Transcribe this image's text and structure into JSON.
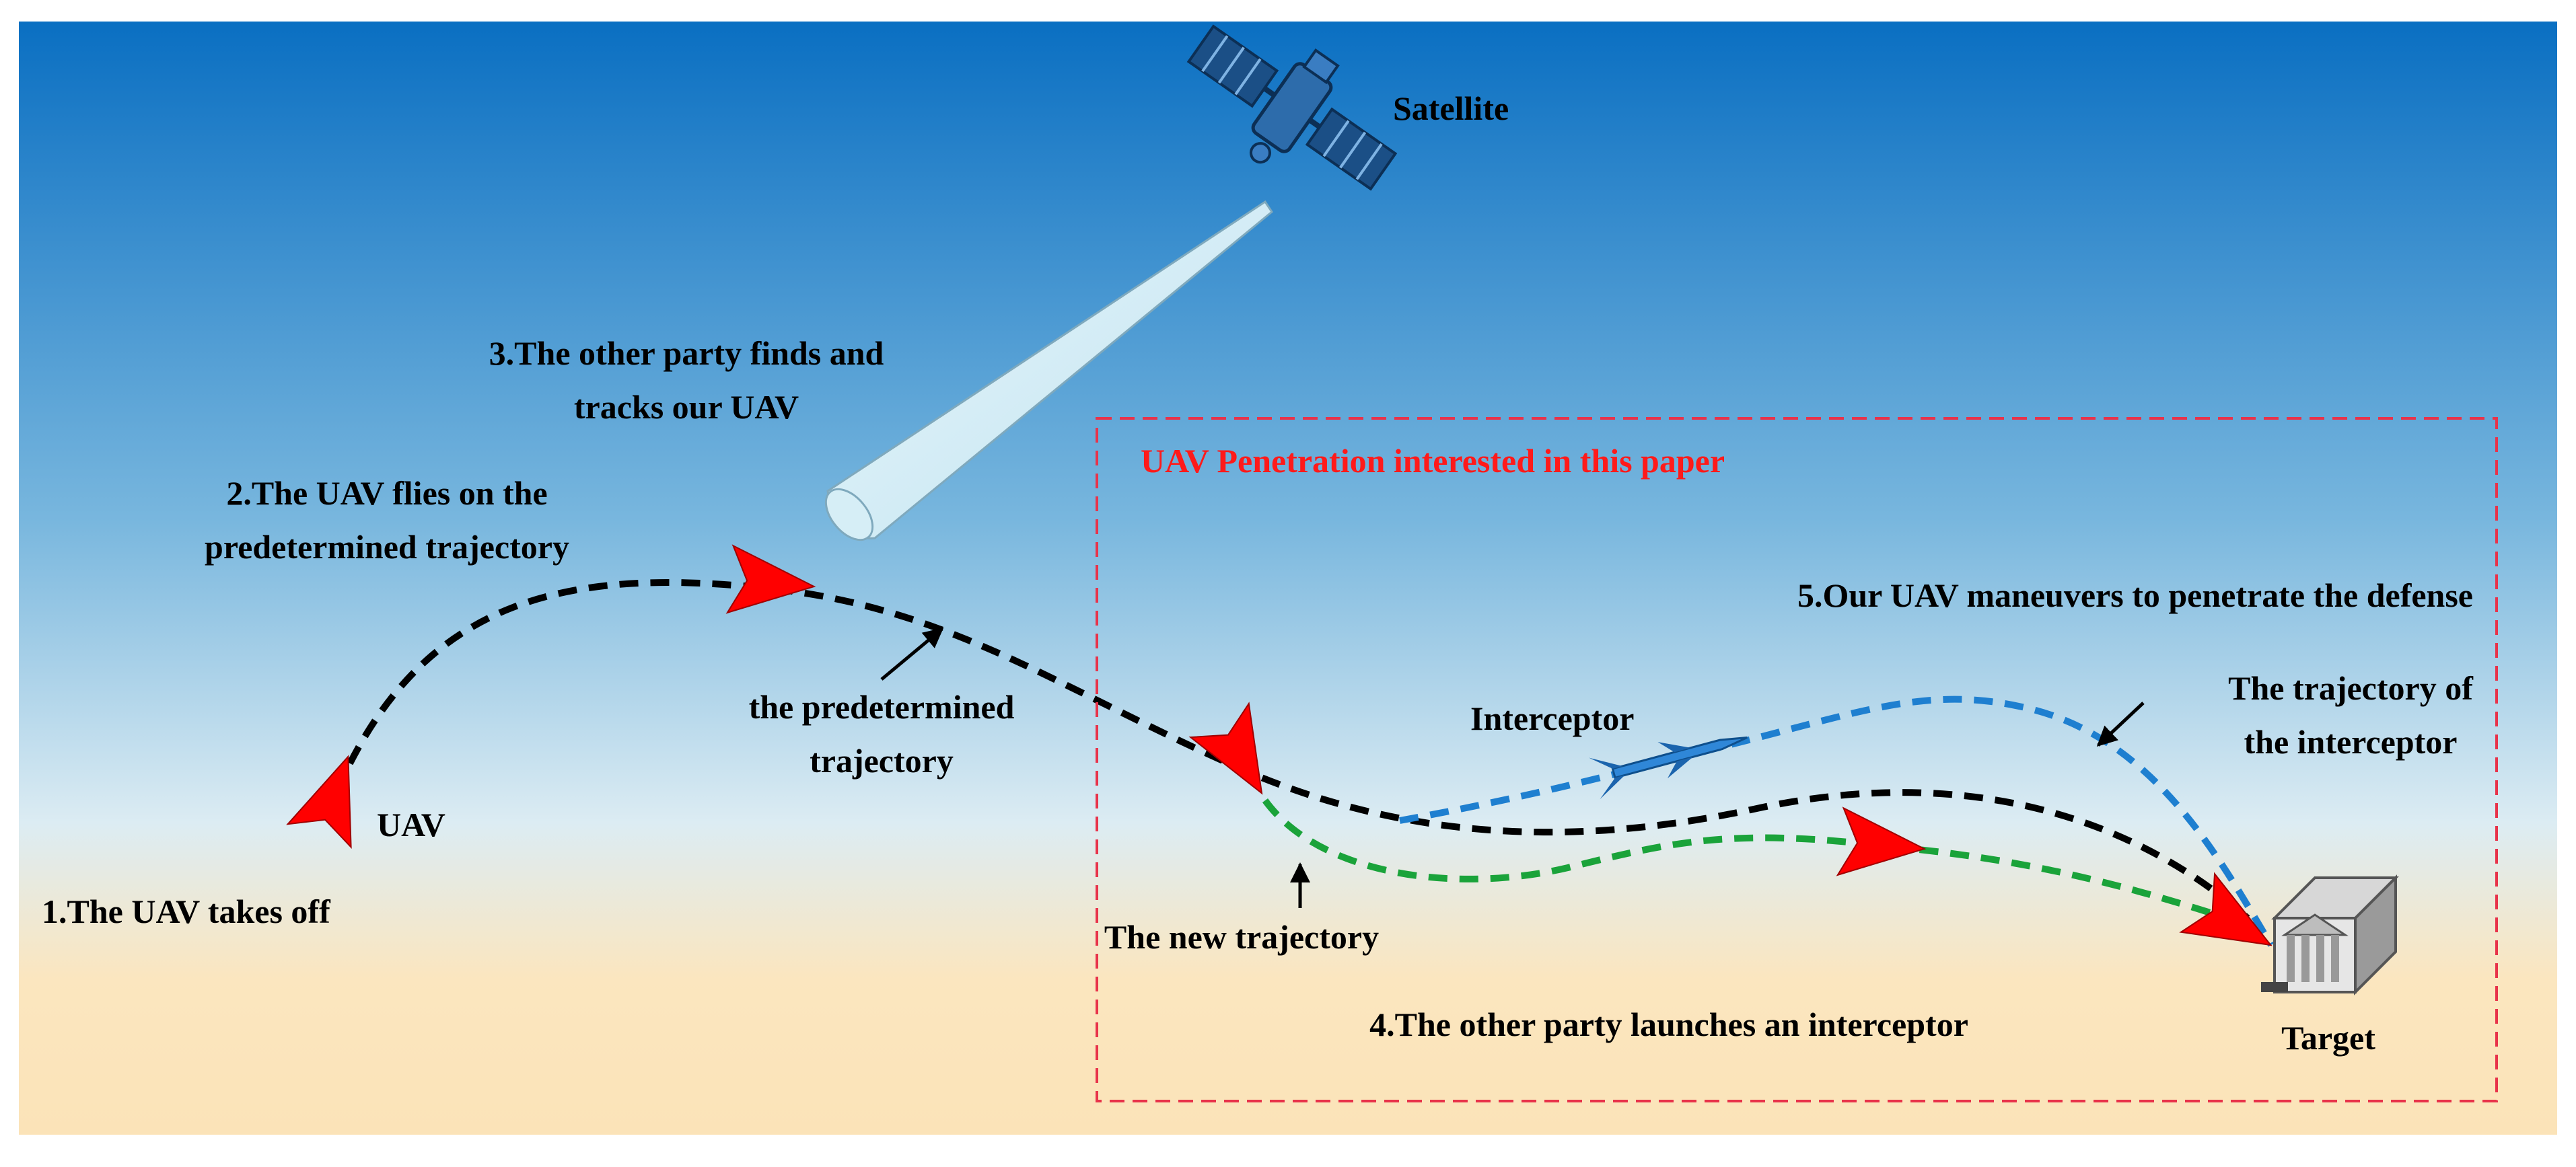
{
  "labels": {
    "satellite": "Satellite",
    "step1": "1.The UAV takes off",
    "step2_line1": "2.The UAV flies on the",
    "step2_line2": "predetermined trajectory",
    "step3_line1": "3.The other party finds and",
    "step3_line2": "tracks our UAV",
    "step4": "4.The other party launches an interceptor",
    "step5": "5.Our UAV maneuvers to penetrate the defense",
    "uav": "UAV",
    "interceptor": "Interceptor",
    "target": "Target",
    "predetermined_line1": "the predetermined",
    "predetermined_line2": "trajectory",
    "new_trajectory": "The new trajectory",
    "interceptor_traj_line1": "The trajectory of",
    "interceptor_traj_line2": "the interceptor",
    "region_title": "UAV Penetration interested in this paper"
  },
  "colors": {
    "sky_top": "#0a6fc2",
    "sky_mid": "#dcecf3",
    "ground": "#fbe6bf",
    "uav": "#ff0000",
    "predetermined_path": "#000000",
    "new_path": "#1aa33a",
    "interceptor_path": "#1e7fd0",
    "region_border": "#e8334a",
    "region_title": "#ff1a1a"
  },
  "icons": [
    "satellite-icon",
    "uav-icon",
    "interceptor-missile-icon",
    "target-building-icon",
    "satellite-beam"
  ]
}
